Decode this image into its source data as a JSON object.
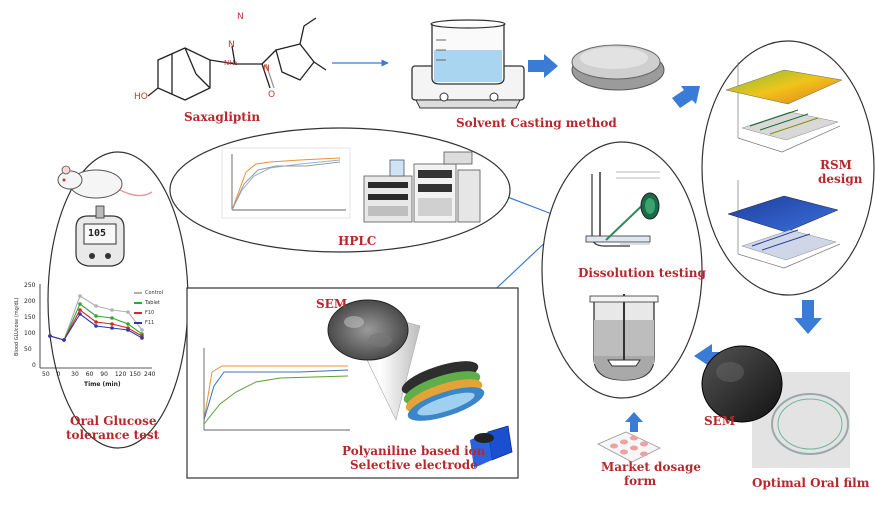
{
  "labels": {
    "saxagliptin": "Saxagliptin",
    "solvent_casting": "Solvent Casting method",
    "rsm": "RSM",
    "rsm_design": "design",
    "hplc": "HPLC",
    "dissolution": "Dissolution testing",
    "ogtt_1": "Oral Glucose",
    "ogtt_2": "tolerance test",
    "sem_top": "SEM",
    "sem_film": "SEM",
    "pani_1": "Polyaniline based ion",
    "pani_2": "Selective electrode",
    "market_1": "Market dosage",
    "market_2": "form",
    "optimal_film": "Optimal Oral film",
    "glucometer_reading": "105"
  },
  "ogtt_chart": {
    "ylabel": "Blood GLUcose (mg/dL)",
    "xlabel": "Time (min)",
    "xticks": [
      "50",
      "0",
      "30",
      "60",
      "90",
      "120",
      "150",
      "240"
    ],
    "yticks": [
      "0",
      "50",
      "100",
      "150",
      "200",
      "250"
    ],
    "legend": [
      "Control",
      "Tablet",
      "F10",
      "F11"
    ]
  },
  "molecule": {
    "atoms": [
      "N",
      "N",
      "N",
      "HO",
      "NH₂",
      "O"
    ]
  },
  "colors": {
    "label": "#b8272c",
    "arrow": "#3a7bd5",
    "control": "#b0b0b0",
    "tablet": "#2eaa2e",
    "f10": "#d62728",
    "f11": "#2b3aa8"
  }
}
